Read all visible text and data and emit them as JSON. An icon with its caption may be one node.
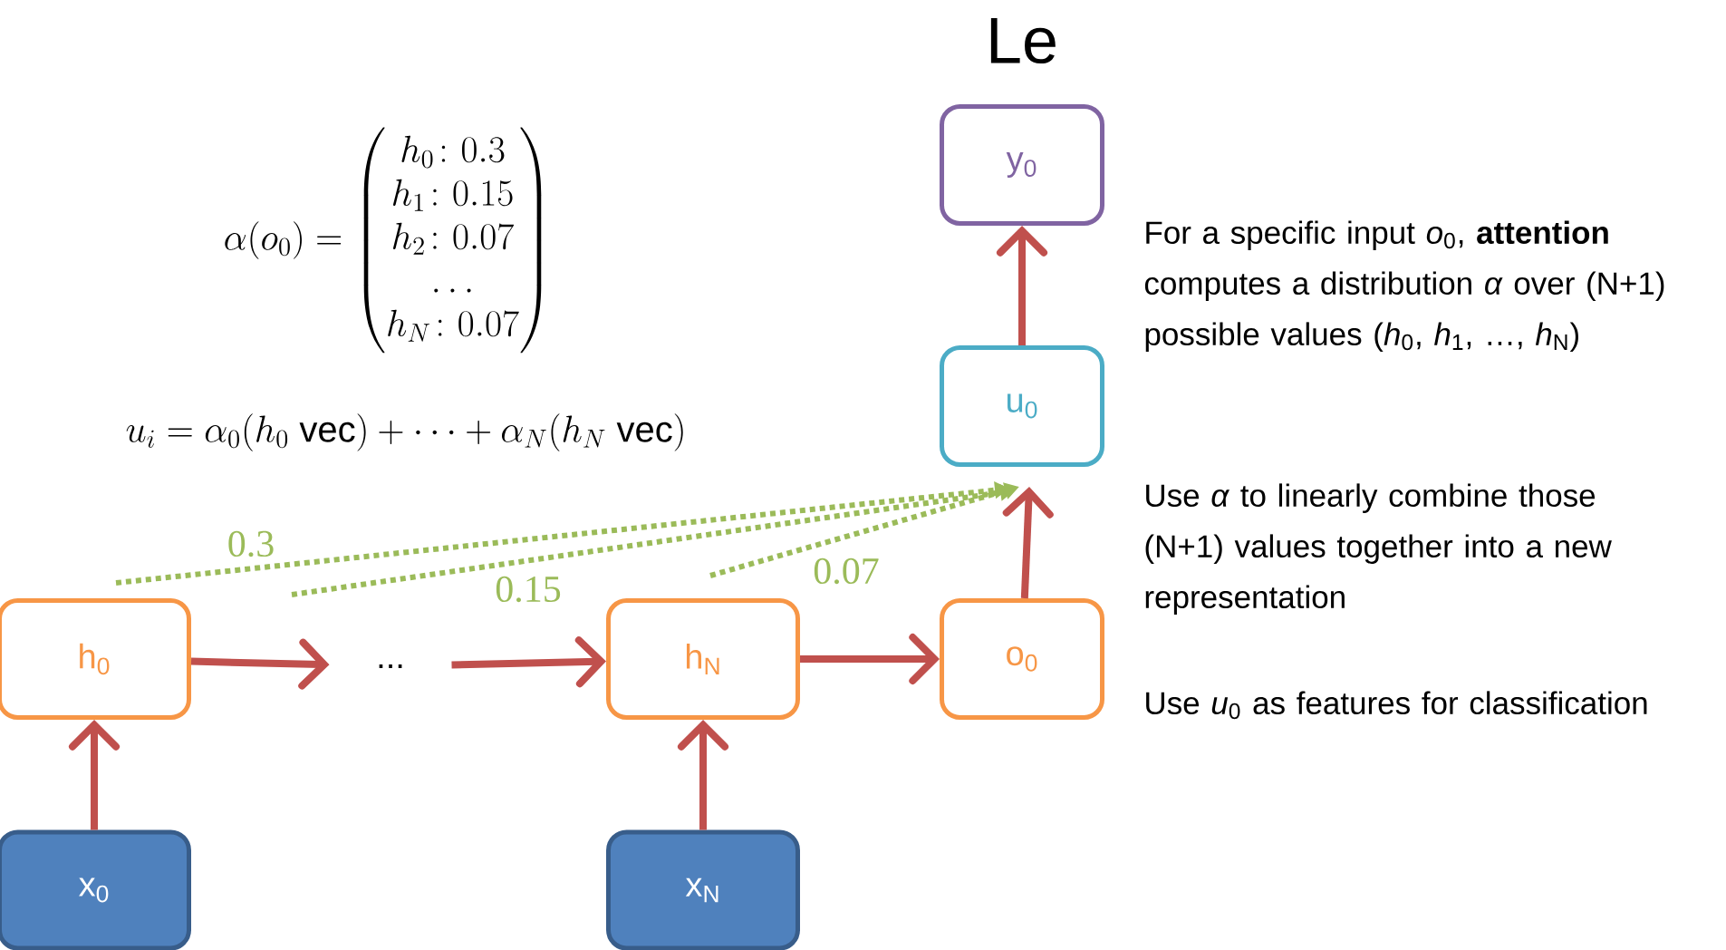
{
  "diagram": {
    "title": "Le",
    "nodes": [
      {
        "text": [
          "y$_{0}$"
        ]
      },
      {
        "text": [
          "u$_{0}$"
        ]
      },
      {
        "text": [
          "h$_{0}$"
        ]
      },
      {
        "text": [
          "..."
        ]
      },
      {
        "text": [
          "h$_{N}$"
        ]
      },
      {
        "text": [
          "o$_{0}$"
        ]
      },
      {
        "text": [
          "x$_{0}$"
        ]
      },
      {
        "text": [
          "x$_{N}$"
        ]
      }
    ],
    "edges": [
      {
        "from": 6,
        "to": 2,
        "arrow": "to"
      },
      {
        "from": 2,
        "to": 3,
        "arrow": "to"
      },
      {
        "from": 3,
        "to": 4,
        "arrow": "to"
      },
      {
        "from": 7,
        "to": 4,
        "arrow": "to"
      },
      {
        "from": 4,
        "to": 5,
        "arrow": "to"
      },
      {
        "from": 5,
        "to": 1,
        "arrow": "to"
      },
      {
        "from": 1,
        "to": 0,
        "arrow": "to"
      },
      {
        "from": 2,
        "to": 1,
        "arrow": "to",
        "label": "0.3",
        "style": "dashed",
        "color": "#9bbb59"
      },
      {
        "from": null,
        "to": 1,
        "arrow": "to",
        "label": "0.15",
        "style": "dashed",
        "color": "#9bbb59"
      },
      {
        "from": 4,
        "to": 1,
        "arrow": "to",
        "label": "0.07",
        "style": "dashed",
        "color": "#9bbb59"
      }
    ],
    "labels": [
      "\\alpha(o_0) = \\begin{pmatrix} h_0\\colon 0.3 \\\\ h_1\\colon 0.15 \\\\ h_2\\colon 0.07 \\\\ \\dots \\\\ h_N\\colon 0.07 \\end{pmatrix}",
      "u_i = \\alpha_0(h_0\\ \\mathrm{vec}) + \\cdots + \\alpha_N(h_N\\ \\mathrm{vec})",
      "For a specific input *o*$_{0}$, **attention** computes a distribution *α* over (N+1) possible values (*h*$_{0}$, *h*$_{1}$, …, *h*$_{N}$)",
      "Use *α* to linearly combine those (N+1) values together into a new representation",
      "Use *u*$_{0}$ as features for classification"
    ]
  }
}
